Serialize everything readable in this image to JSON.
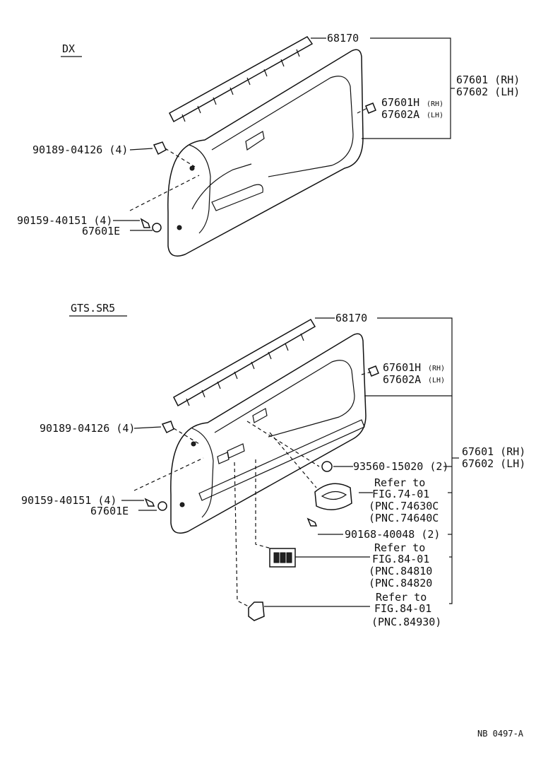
{
  "sections": [
    {
      "header": "DX",
      "parts": {
        "molding": "68170",
        "board_rh": "67601 (RH)",
        "board_lh": "67602 (LH)",
        "sub_rh_num": "67601H",
        "sub_rh_tag": "(RH)",
        "sub_lh_num": "67602A",
        "sub_lh_tag": "(LH)",
        "clip": "90189-04126 (4)",
        "screw": "90159-40151 (4)",
        "cap": "67601E"
      }
    },
    {
      "header": "GTS.SR5",
      "parts": {
        "molding": "68170",
        "board_rh": "67601 (RH)",
        "board_lh": "67602 (LH)",
        "sub_rh_num": "67601H",
        "sub_rh_tag": "(RH)",
        "sub_lh_num": "67602A",
        "sub_lh_tag": "(LH)",
        "clip": "90189-04126 (4)",
        "screw": "90159-40151 (4)",
        "cap": "67601E",
        "nut": "93560-15020 (2)",
        "screw2": "90168-40048 (2)"
      },
      "refs": [
        {
          "line1": "Refer to",
          "line2": "FIG.74-01",
          "pnc": [
            "(PNC.74630C",
            "(PNC.74640C"
          ]
        },
        {
          "line1": "Refer to",
          "line2": "FIG.84-01",
          "pnc": [
            "(PNC.84810",
            "(PNC.84820"
          ]
        },
        {
          "line1": "Refer to",
          "line2": "FIG.84-01",
          "pnc": [
            "(PNC.84930)"
          ]
        }
      ]
    }
  ],
  "footer_code": "NB 0497-A"
}
